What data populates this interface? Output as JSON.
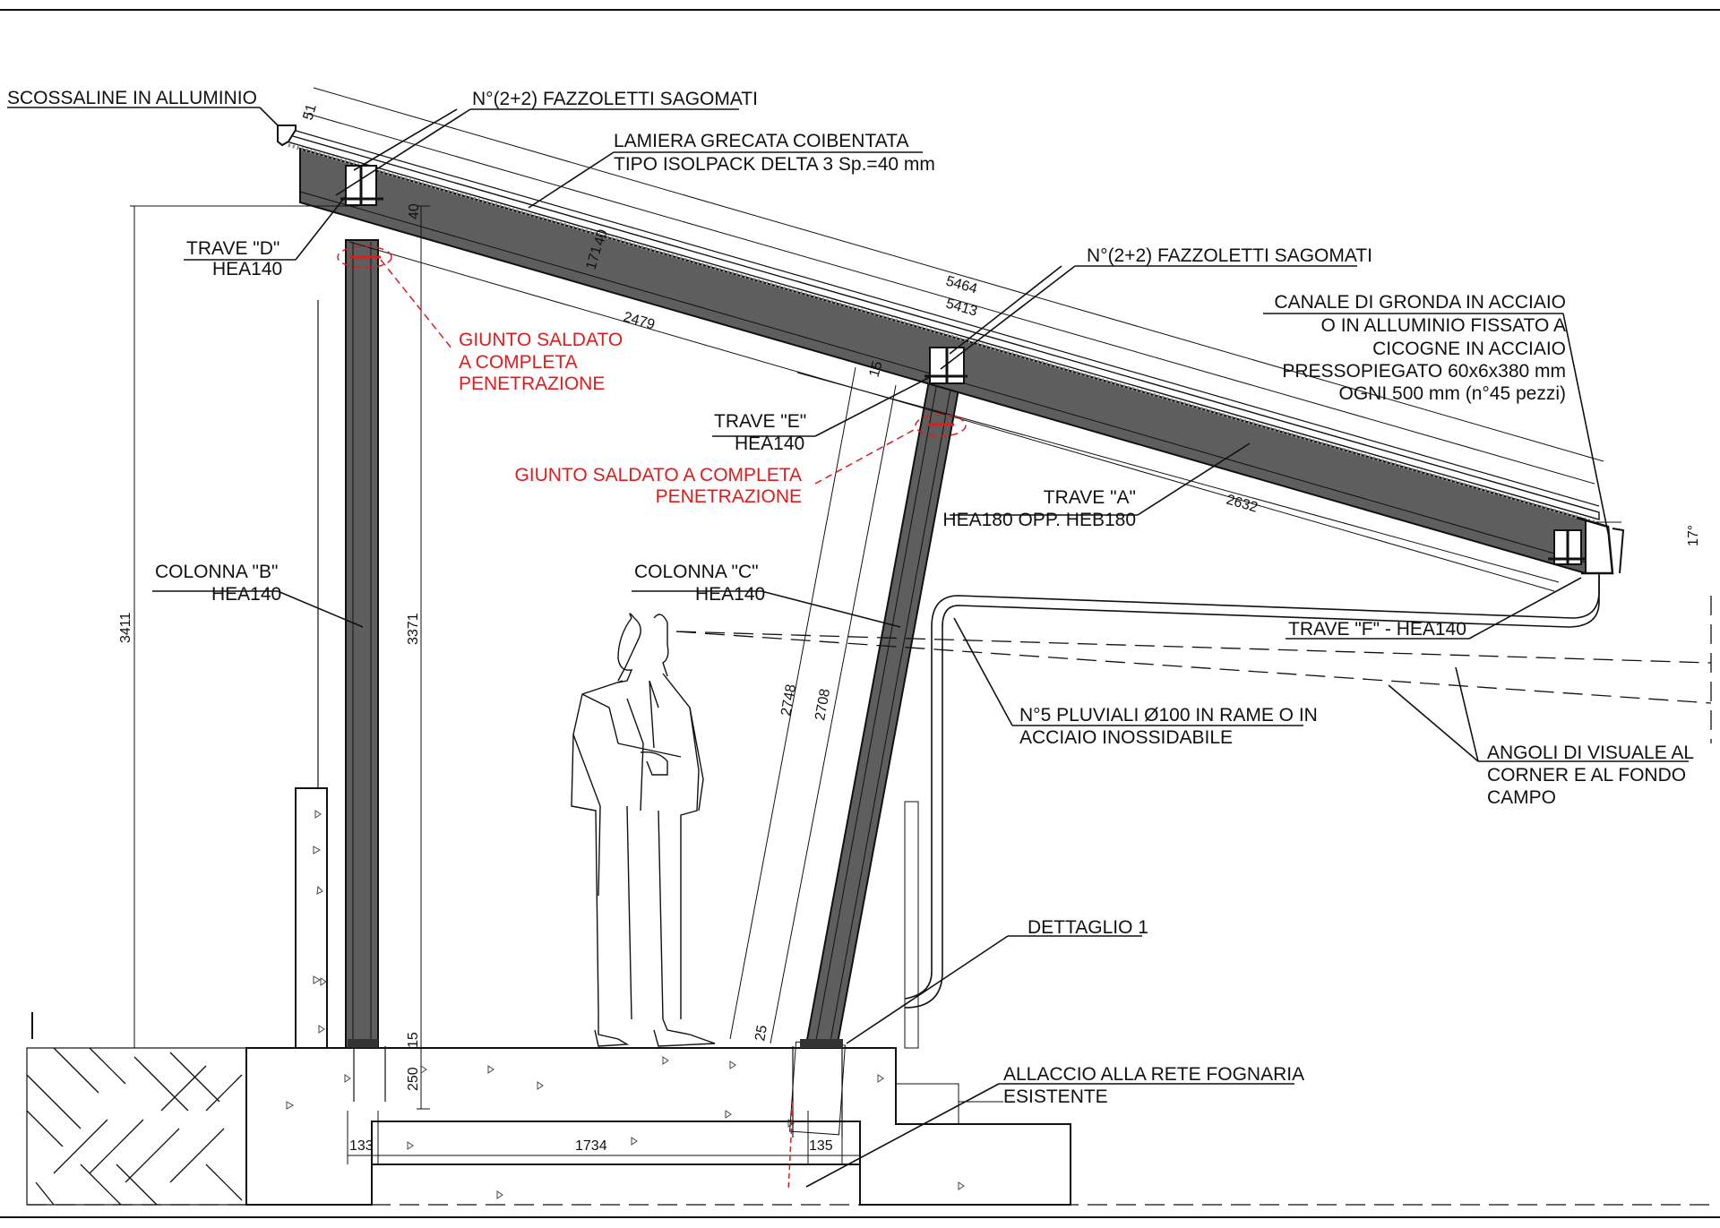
{
  "labels": {
    "scossaline": "SCOSSALINE IN ALLUMINIO",
    "fazzoletti_top": "N°(2+2) FAZZOLETTI SAGOMATI",
    "lamiera_1": "LAMIERA GRECATA COIBENTATA",
    "lamiera_2": "TIPO ISOLPACK DELTA 3 Sp.=40 mm",
    "trave_d_1": "TRAVE \"D\"",
    "trave_d_2": "HEA140",
    "fazzoletti_mid": "N°(2+2) FAZZOLETTI SAGOMATI",
    "canale_1": "CANALE DI GRONDA IN ACCIAIO",
    "canale_2": "O IN ALLUMINIO FISSATO A",
    "canale_3": "CICOGNE IN ACCIAIO",
    "canale_4": "PRESSOPIEGATO 60x6x380 mm",
    "canale_5": "OGNI 500 mm (n°45 pezzi)",
    "giunto1_1": "GIUNTO SALDATO",
    "giunto1_2": "A COMPLETA",
    "giunto1_3": "PENETRAZIONE",
    "trave_e_1": "TRAVE \"E\"",
    "trave_e_2": "HEA140",
    "giunto2_1": "GIUNTO SALDATO A COMPLETA",
    "giunto2_2": "PENETRAZIONE",
    "trave_a_1": "TRAVE \"A\"",
    "trave_a_2": "HEA180 OPP. HEB180",
    "colonna_b_1": "COLONNA \"B\"",
    "colonna_b_2": "HEA140",
    "colonna_c_1": "COLONNA \"C\"",
    "colonna_c_2": "HEA140",
    "trave_f": "TRAVE \"F\" - HEA140",
    "pluviali_1": "N°5 PLUVIALI Ø100 IN RAME O IN",
    "pluviali_2": "ACCIAIO INOSSIDABILE",
    "angoli_1": "ANGOLI DI VISUALE AL",
    "angoli_2": "CORNER E AL FONDO",
    "angoli_3": "CAMPO",
    "dettaglio": "DETTAGLIO 1",
    "allaccio_1": "ALLACCIO ALLA RETE FOGNARIA",
    "allaccio_2": "ESISTENTE"
  },
  "dimensions": {
    "d_5464": "5464",
    "d_5413": "5413",
    "d_2479": "2479",
    "d_2632": "2632",
    "d_51": "51",
    "d_40a": "40",
    "d_40b": "40",
    "d_171": "171",
    "d_15a": "15",
    "d_3411": "3411",
    "d_3371": "3371",
    "d_2748": "2748",
    "d_2708": "2708",
    "d_250": "250",
    "d_15b": "15",
    "d_25": "25",
    "d_133": "133",
    "d_1734": "1734",
    "d_135": "135",
    "angle": "17°"
  },
  "colors": {
    "steel": "#5e5e5e",
    "annotation_red": "#e01b1b",
    "line": "#111111"
  }
}
